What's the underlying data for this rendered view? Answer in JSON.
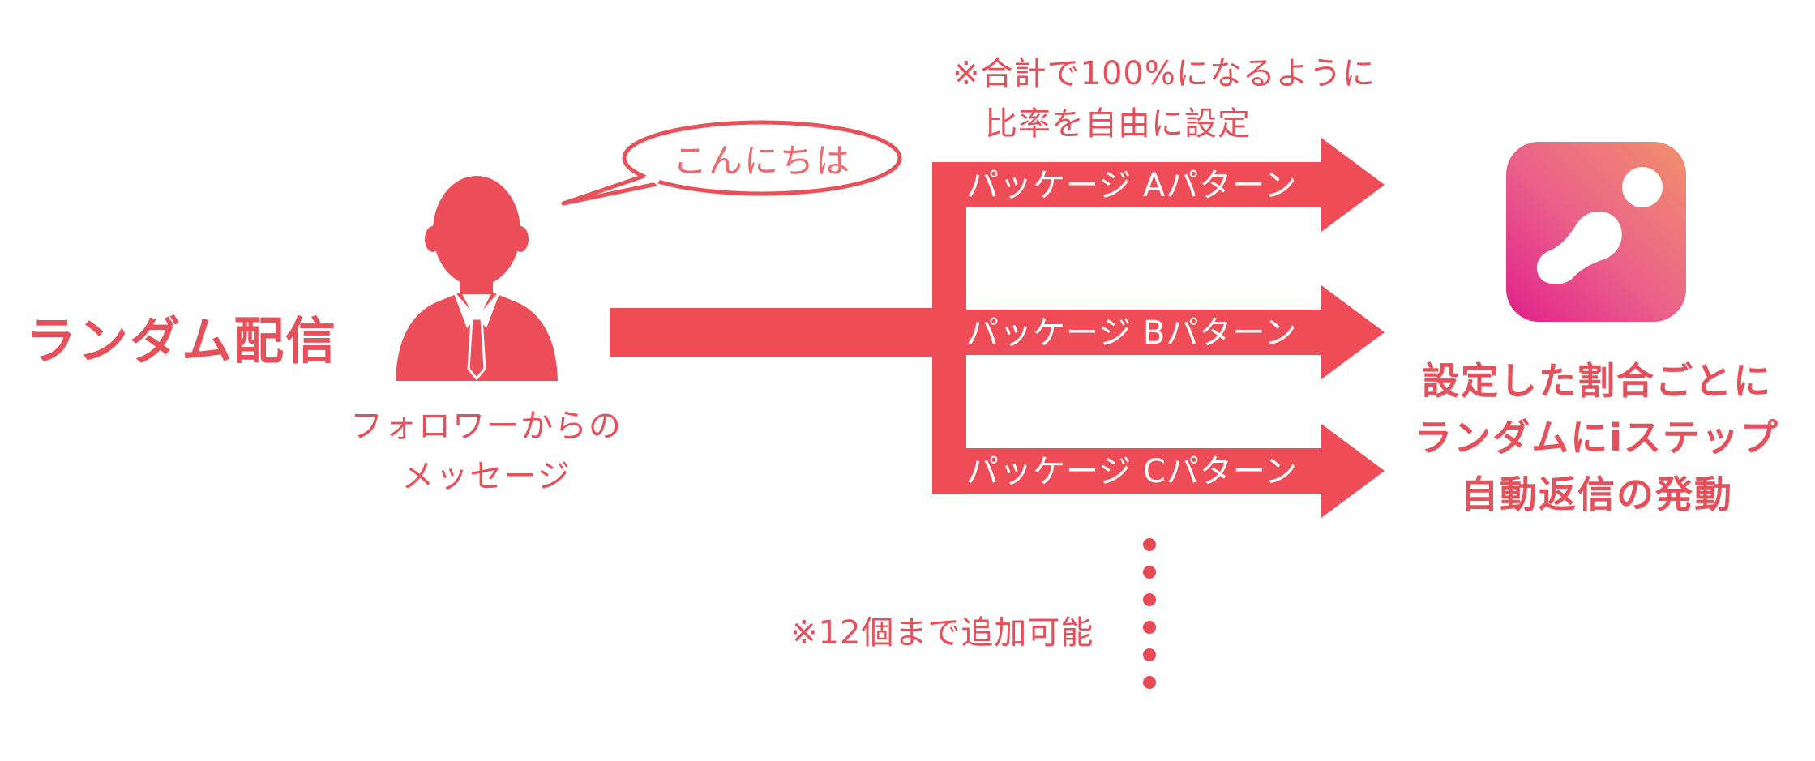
{
  "title": "ランダム配信",
  "bubble": {
    "text": "こんにちは"
  },
  "caption": {
    "line1": "フォロワーからの",
    "line2": "メッセージ"
  },
  "note_top": {
    "line1": "※合計で100%になるように",
    "line2": "比率を自由に設定"
  },
  "patterns": [
    {
      "label": "パッケージ Aパターン"
    },
    {
      "label": "パッケージ Bパターン"
    },
    {
      "label": "パッケージ Cパターン"
    }
  ],
  "result": {
    "line1": "設定した割合ごとに",
    "line2": "ランダムにiステップ",
    "line3": "自動返信の発動"
  },
  "note_bottom": {
    "text": "※12個まで追加可能"
  },
  "colors": {
    "accent": "#e84a55",
    "app_icon_gradient": [
      "#f08a6a",
      "#e02a8a"
    ]
  }
}
